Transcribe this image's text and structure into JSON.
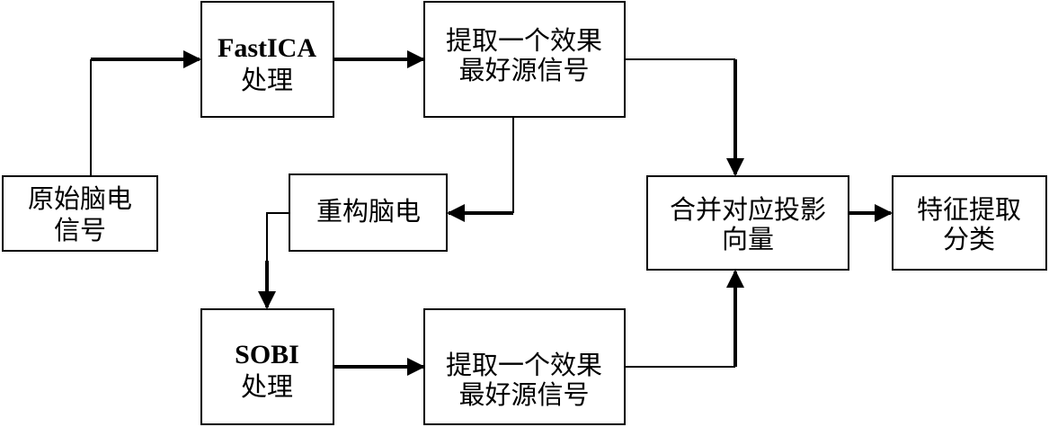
{
  "diagram": {
    "nodes": {
      "raw_eeg": {
        "line1": "原始脑电",
        "line2": "信号"
      },
      "fastica": {
        "line1": "FastICA",
        "line2": "处理"
      },
      "extract_top": {
        "line1": "提取一个效果",
        "line2": "最好源信号"
      },
      "reconstruct": {
        "line1": "重构脑电"
      },
      "sobi": {
        "line1": "SOBI",
        "line2": "处理"
      },
      "extract_bottom": {
        "line1": "提取一个效果",
        "line2": "最好源信号"
      },
      "merge": {
        "line1": "合并对应投影",
        "line2": "向量"
      },
      "feature": {
        "line1": "特征提取",
        "line2": "分类"
      }
    },
    "edges": [
      "raw_eeg → fastica",
      "fastica → extract_top",
      "extract_top → reconstruct",
      "reconstruct → sobi",
      "sobi → extract_bottom",
      "extract_top → merge",
      "extract_bottom → merge",
      "merge → feature"
    ],
    "colors": {
      "stroke": "#000000",
      "fill": "#ffffff",
      "text": "#000000"
    }
  }
}
